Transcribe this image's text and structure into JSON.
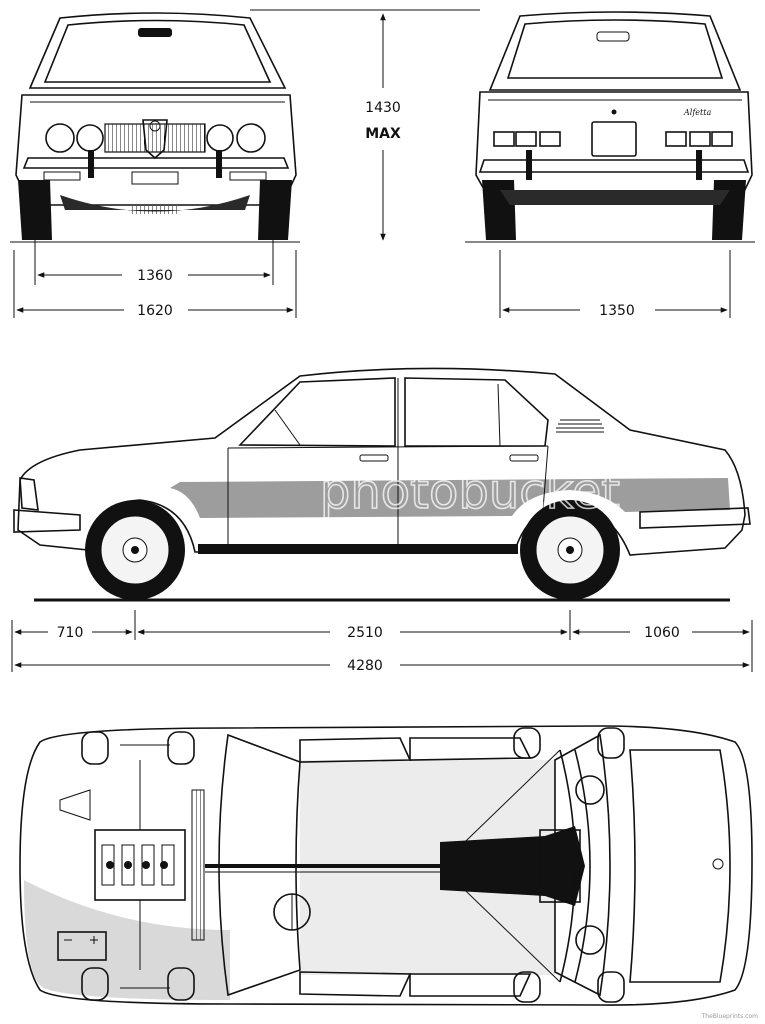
{
  "front_view": {
    "track_label": "1360",
    "width_label": "1620"
  },
  "height_dim": {
    "value": "1430",
    "suffix": "MAX"
  },
  "rear_view": {
    "track_label": "1350",
    "badge": "Alfetta"
  },
  "side_view": {
    "front_overhang_label": "710",
    "wheelbase_label": "2510",
    "rear_overhang_label": "1060",
    "length_label": "4280"
  },
  "watermark": "photobucket",
  "credit": "TheBlueprints.com",
  "colors": {
    "ink": "#111111",
    "shade_light": "#d9d9d9",
    "shade_dark": "#8c8c8c",
    "background": "#ffffff"
  }
}
